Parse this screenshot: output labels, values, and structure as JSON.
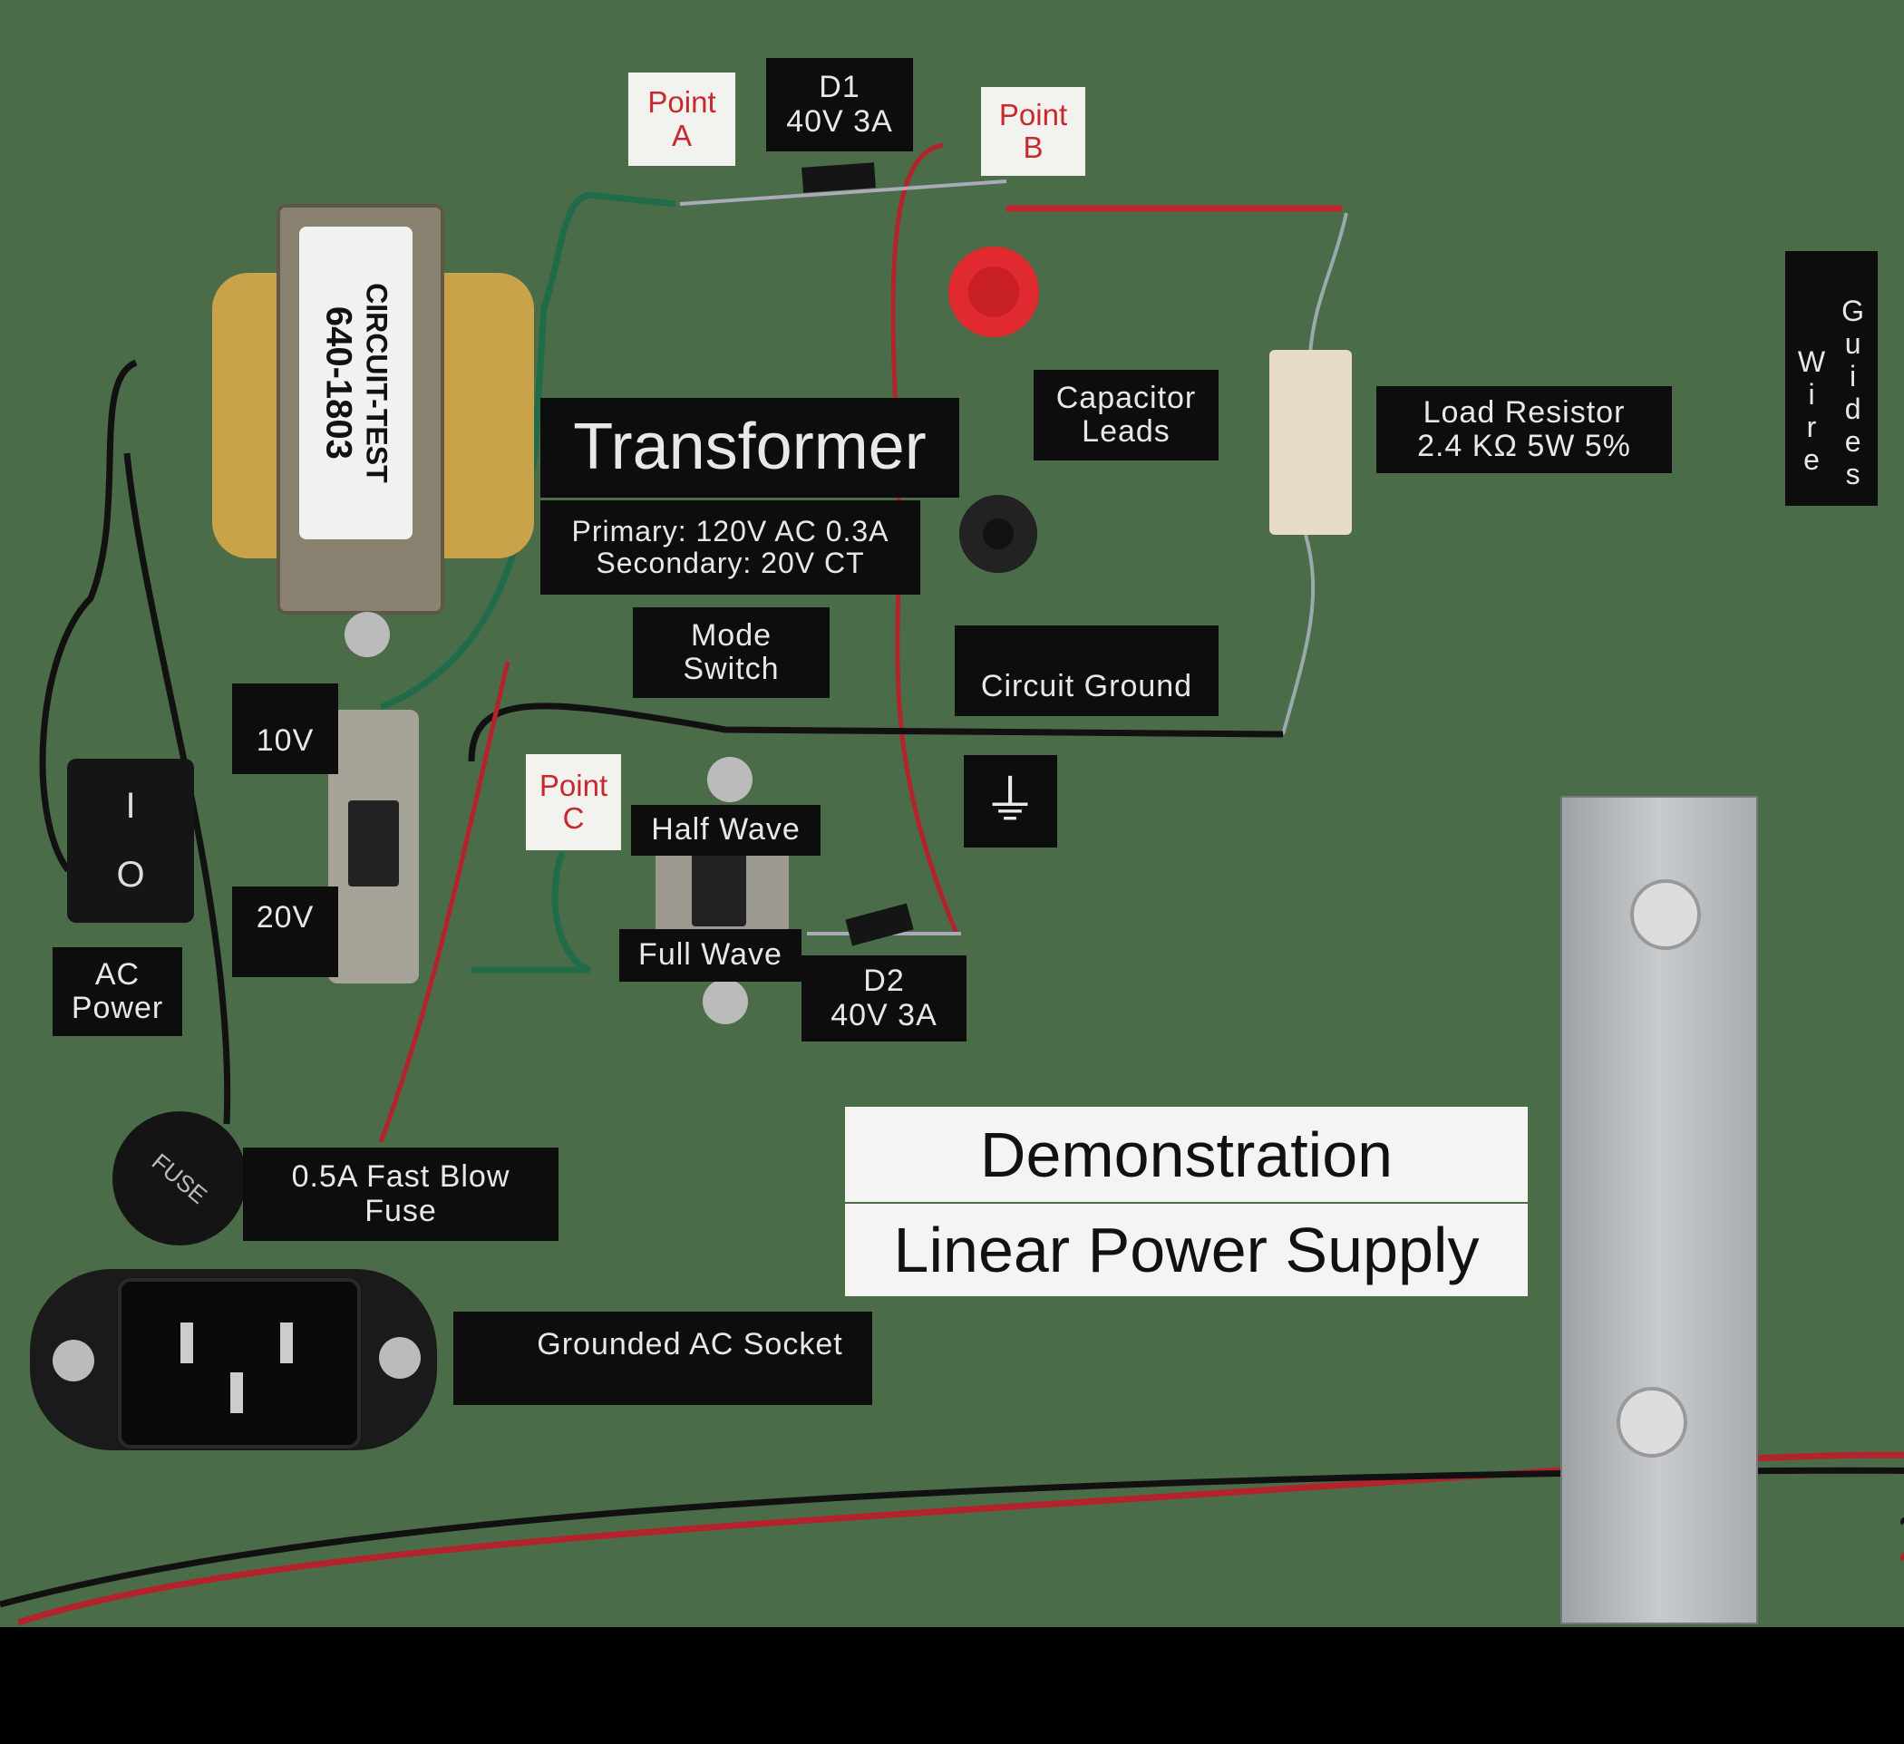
{
  "transformer_sticker": {
    "brand": "CIRCUIT-TEST",
    "part": "640-1803"
  },
  "labels": {
    "point_a": [
      "Point",
      "A"
    ],
    "d1": [
      "D1",
      "40V  3A"
    ],
    "point_b": [
      "Point",
      "B"
    ],
    "transformer": "Transformer",
    "transformer_specs": [
      "Primary:  120V  AC  0.3A",
      "Secondary:  20V  CT"
    ],
    "capacitor_leads": [
      "Capacitor",
      "Leads"
    ],
    "load_resistor": [
      "Load  Resistor",
      "2.4  KΩ  5W  5%"
    ],
    "wire_guides": [
      "Wire",
      "Guides"
    ],
    "mode_switch": [
      "Mode",
      "Switch"
    ],
    "circuit_ground": "Circuit  Ground",
    "ground_symbol": "⏚",
    "v10": "10V",
    "v20": "20V",
    "ac_power": [
      "AC",
      "Power"
    ],
    "point_c": [
      "Point",
      "C"
    ],
    "half_wave": "Half  Wave",
    "full_wave": "Full  Wave",
    "d2": [
      "D2",
      "40V  3A"
    ],
    "fuse": [
      "0.5A  Fast  Blow",
      "Fuse"
    ],
    "fuse_cap": "FUSE",
    "ac_socket": "Grounded  AC  Socket",
    "rocker_on": "I",
    "rocker_off": "O",
    "title": "Demonstration",
    "subtitle": "Linear Power Supply"
  },
  "colors": {
    "board": "#4b6c48",
    "wire_red": "#c0242c",
    "wire_green": "#1f6b4a",
    "wire_black": "#111111"
  }
}
